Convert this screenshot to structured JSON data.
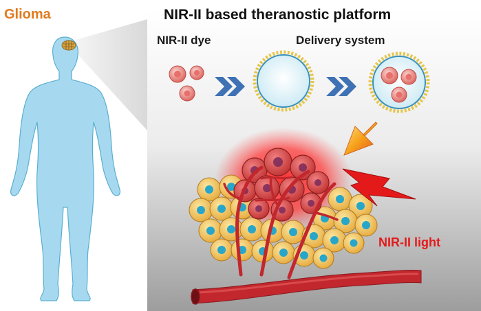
{
  "labels": {
    "glioma": "Glioma",
    "title": "NIR-II based theranostic platform",
    "dye": "NIR-II dye",
    "delivery": "Delivery system",
    "light": "NIR-II light"
  },
  "colors": {
    "glioma_text": "#e07b1f",
    "light_text": "#e41a1a",
    "body_fill": "#a6d9ef",
    "chevron": "#3f72b4",
    "dye_particle": "#e88f8a",
    "cell_fill": "#f1c35a",
    "nucleus": "#27a6c9",
    "vessel": "#c1272d"
  }
}
